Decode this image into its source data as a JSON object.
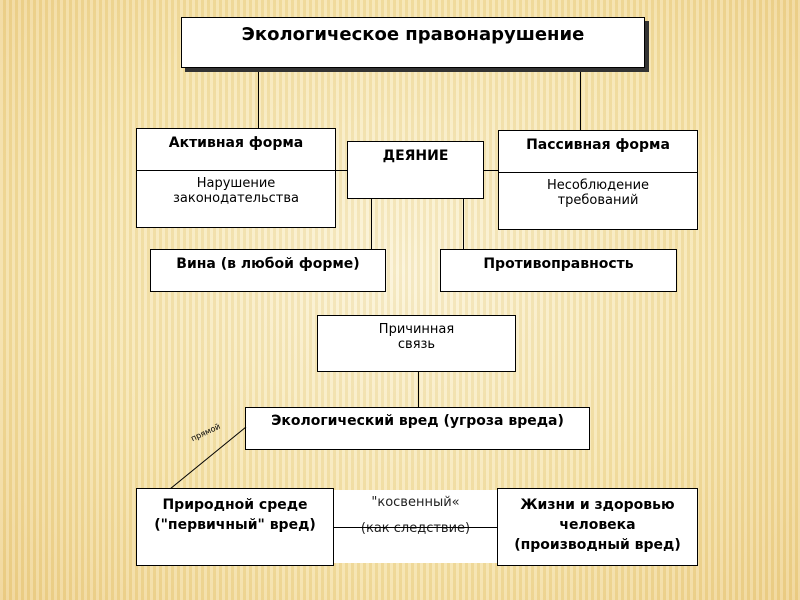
{
  "title": "Экологическое правонарушение",
  "active": {
    "title": "Активная форма",
    "text": "Нарушение законодательства"
  },
  "act": "ДЕЯНИЕ",
  "passive": {
    "title": "Пассивная форма",
    "text": "Несоблюдение требований"
  },
  "guilt": "Вина (в любой форме)",
  "illegality": "Противоправность",
  "causal": "Причинная связь",
  "harm": "Экологический вред (угроза вреда)",
  "direct_label": "прямой",
  "nature": "Природной среде (\"первичный\" вред)",
  "indirect": {
    "line1": "\"косвенный«",
    "line2": "(как следствие)"
  },
  "health": "Жизни и здоровью человека (производный вред)"
}
